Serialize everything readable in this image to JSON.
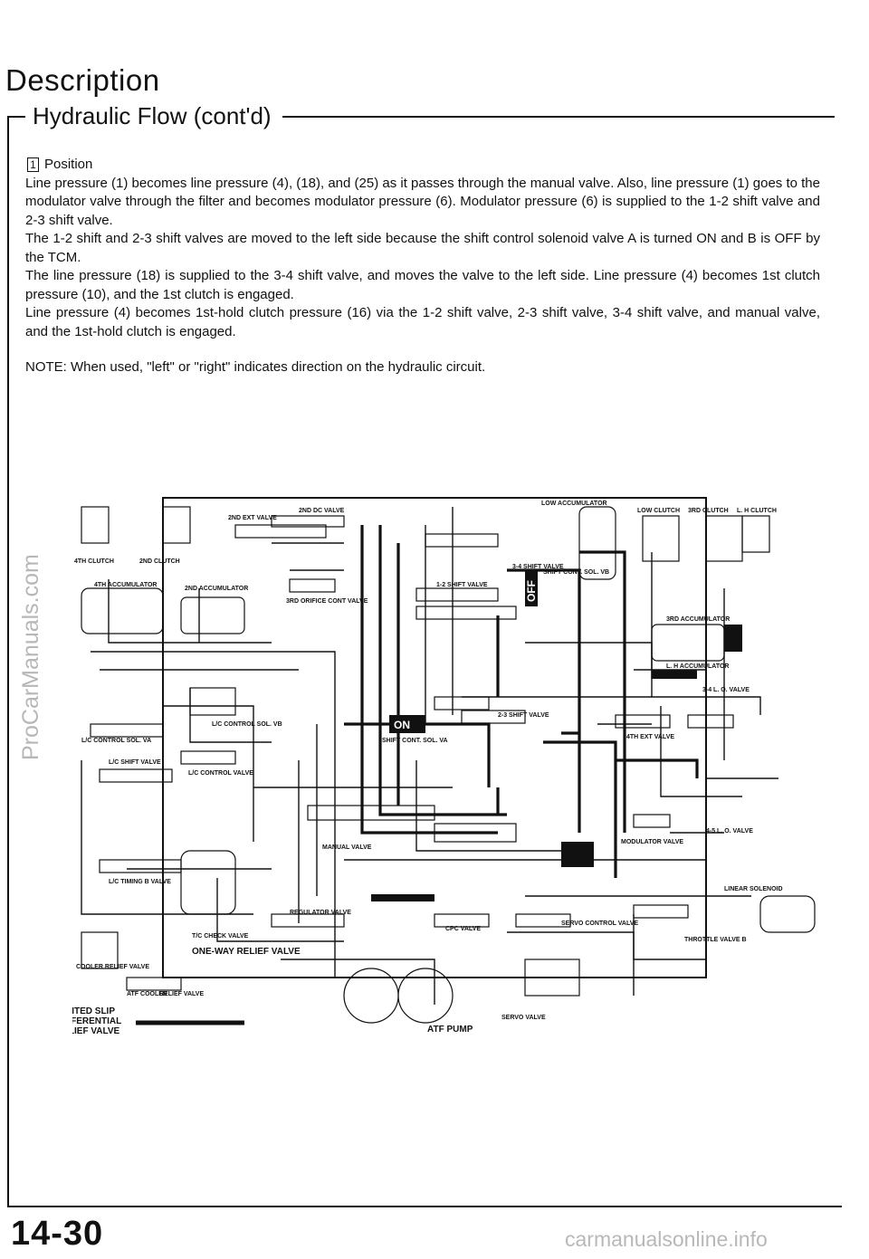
{
  "header": {
    "title": "Description",
    "subtitle": "Hydraulic Flow (cont'd)"
  },
  "content": {
    "position_number": "1",
    "position_label": "Position",
    "paragraphs": [
      "Line pressure (1) becomes line pressure (4), (18), and (25) as it passes through the manual valve. Also, line pressure (1) goes to the modulator valve through the filter and becomes modulator pressure (6). Modulator pressure (6) is supplied to the 1-2 shift valve and 2-3 shift valve.",
      "The 1-2 shift and 2-3 shift valves are moved to the left side because the shift control solenoid valve A is turned ON and B is OFF by the TCM.",
      "The line pressure (18) is supplied to the 3-4 shift valve, and moves the valve to the left side. Line pressure (4) becomes 1st clutch pressure (10), and the 1st clutch is engaged.",
      "Line pressure (4) becomes 1st-hold clutch pressure (16) via the 1-2 shift valve, 2-3 shift valve, 3-4 shift valve, and manual valve, and the 1st-hold clutch is engaged."
    ],
    "note": "NOTE: When used, \"left\" or \"right\" indicates direction on the hydraulic circuit."
  },
  "diagram": {
    "labels": {
      "c4": "4TH CLUTCH",
      "c2": "2ND CLUTCH",
      "a4": "4TH ACCUMULATOR",
      "a2": "2ND ACCUMULATOR",
      "dc": "2ND DC VALVE",
      "ext2": "2ND EXT VALVE",
      "orifice": "3RD ORIFICE CONT VALVE",
      "sv34": "3-4 SHIFT VALVE",
      "sv12": "1-2 SHIFT VALVE",
      "sv23": "2-3 SHIFT VALVE",
      "solb": "SHIFT CONT. SOL. VB",
      "sola": "SHIFT CONT. SOL. VA",
      "lowacc": "LOW ACCUMULATOR",
      "lowc": "LOW CLUTCH",
      "c3": "3RD CLUTCH",
      "lhc": "L. H CLUTCH",
      "a3": "3RD ACCUMULATOR",
      "lha": "L. H ACCUMULATOR",
      "od34": "3-4 L. O. VALVE",
      "ext4": "4TH EXT VALVE",
      "od45": "4-5 L. O. VALVE",
      "modv": "MODULATOR VALVE",
      "linsol": "LINEAR SOLENOID",
      "servoc": "SERVO CONTROL VALVE",
      "thr": "THROTTLE VALVE B",
      "servo": "SERVO VALVE",
      "atfpump": "ATF PUMP",
      "regv": "REGULATOR VALVE",
      "cpc": "CPC VALVE",
      "manual": "MANUAL VALVE",
      "lcsol": "L/C CONTROL SOL. VA",
      "lcctrl": "L/C CONTROL SOL. VB",
      "lcshift": "L/C SHIFT VALVE",
      "lccont": "L/C CONTROL VALVE",
      "lctiming": "L/C TIMING B VALVE",
      "tccheck": "T/C CHECK VALVE",
      "oneway": "ONE-WAY RELIEF VALVE",
      "coolerrelief": "COOLER RELIEF VALVE",
      "atfcooler": "ATF COOLER",
      "relief": "RELIEF VALVE",
      "lsd1": "LIMITED SLIP",
      "lsd2": "DIFFERENTIAL",
      "lsd3": "RELIEF VALVE",
      "on": "ON",
      "off": "OFF"
    }
  },
  "footer": {
    "page_number": "14-30",
    "watermark_side": "ProCarManuals.com",
    "watermark_bottom": "carmanualsonline.info"
  }
}
